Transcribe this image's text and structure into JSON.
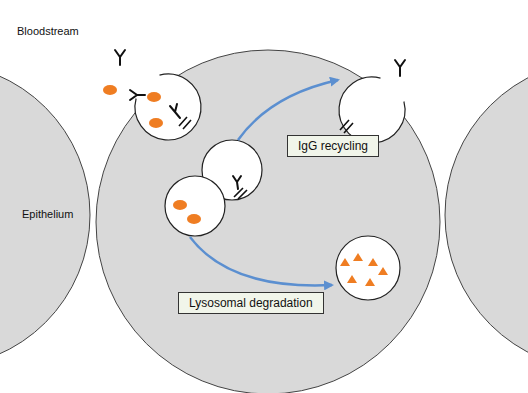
{
  "diagram": {
    "nodes": [
      {
        "text": [
          "IgG recycling"
        ]
      },
      {
        "text": [
          "Lysosomal degradation"
        ]
      }
    ],
    "labels": [
      "Bloodstream",
      "Epithelium"
    ]
  }
}
